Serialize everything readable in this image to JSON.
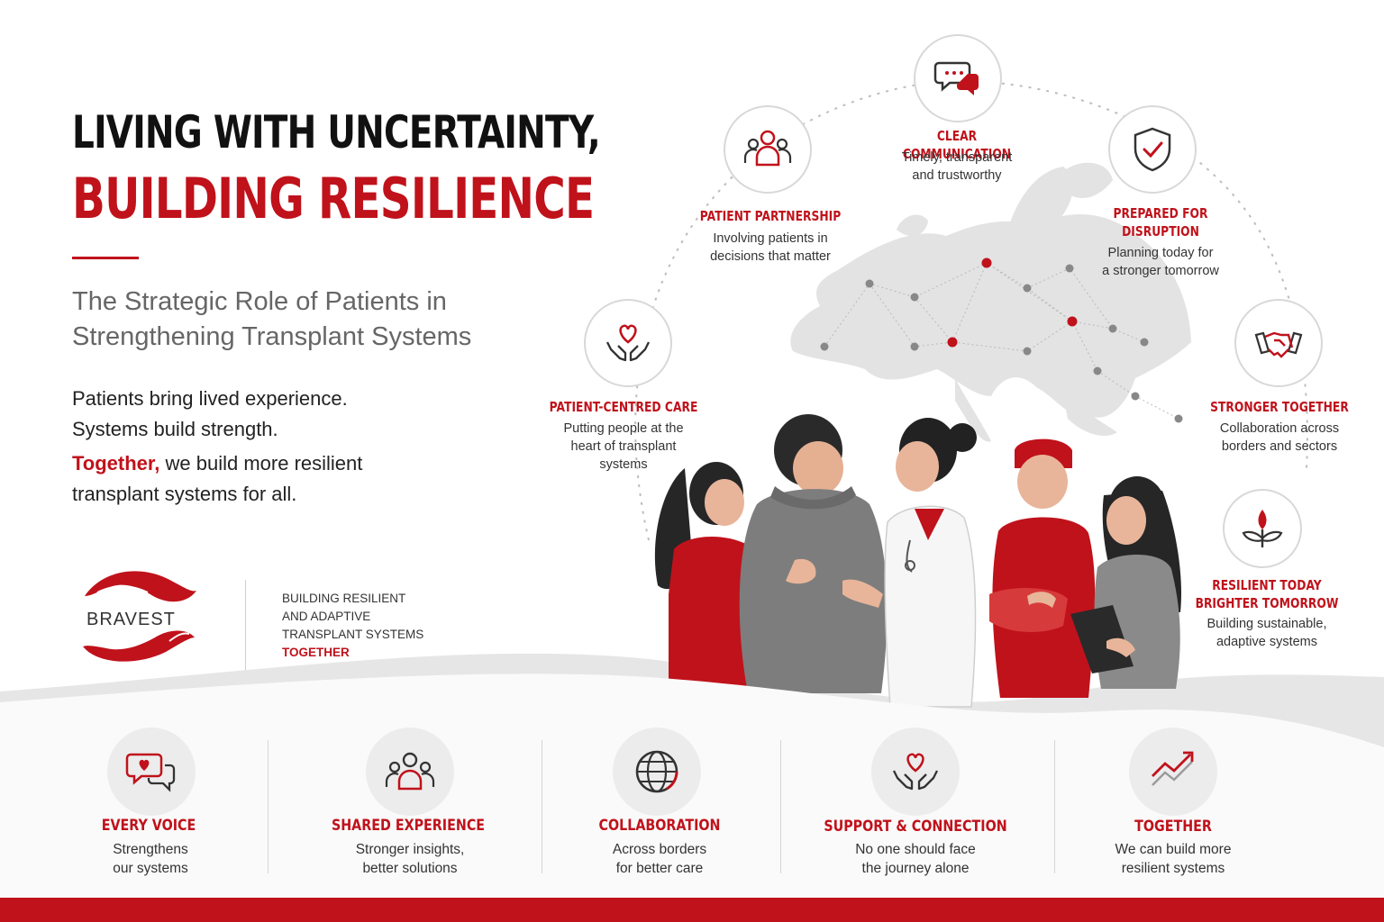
{
  "header": {
    "title_line1": "LIVING WITH UNCERTAINTY,",
    "title_line2": "BUILDING RESILIENCE",
    "subtitle_line1": "The Strategic Role of Patients in",
    "subtitle_line2": "Strengthening Transplant Systems"
  },
  "intro": {
    "line1": "Patients bring lived experience.",
    "line2": "Systems build strength.",
    "highlight": "Together,",
    "line3_rest": " we build more resilient",
    "line4": "transplant systems for all."
  },
  "brand": {
    "logo_text": "BRAVEST",
    "tagline_line1": "BUILDING RESILIENT",
    "tagline_line2": "AND ADAPTIVE",
    "tagline_line3": "TRANSPLANT SYSTEMS",
    "tagline_line4": "TOGETHER"
  },
  "features": {
    "clear_communication": {
      "title": "CLEAR COMMUNICATION",
      "desc1": "Timely, transparent",
      "desc2": "and trustworthy",
      "icon": "chat-bubbles-icon"
    },
    "patient_partnership": {
      "title": "PATIENT PARTNERSHIP",
      "desc1": "Involving patients in",
      "desc2": "decisions that matter",
      "icon": "people-group-icon"
    },
    "prepared_for_disruption": {
      "title1": "PREPARED FOR",
      "title2": "DISRUPTION",
      "desc1": "Planning today for",
      "desc2": "a stronger tomorrow",
      "icon": "shield-check-icon"
    },
    "patient_centred_care": {
      "title": "PATIENT-CENTRED CARE",
      "desc1": "Putting people at the",
      "desc2": "heart of transplant",
      "desc3": "systems",
      "icon": "heart-hands-icon"
    },
    "stronger_together": {
      "title": "STRONGER TOGETHER",
      "desc1": "Collaboration across",
      "desc2": "borders and sectors",
      "icon": "handshake-icon"
    },
    "resilient_today": {
      "title1": "RESILIENT TODAY",
      "title2": "BRIGHTER TOMORROW",
      "desc1": "Building sustainable,",
      "desc2": "adaptive systems",
      "icon": "sprout-icon"
    }
  },
  "bottom_items": [
    {
      "title": "EVERY VOICE",
      "desc1": "Strengthens",
      "desc2": "our systems",
      "icon": "heart-chat-icon"
    },
    {
      "title": "SHARED EXPERIENCE",
      "desc1": "Stronger insights,",
      "desc2": "better solutions",
      "icon": "people-group-icon"
    },
    {
      "title": "COLLABORATION",
      "desc1": "Across borders",
      "desc2": "for better care",
      "icon": "globe-icon"
    },
    {
      "title": "SUPPORT & CONNECTION",
      "desc1": "No one should face",
      "desc2": "the journey alone",
      "icon": "heart-hands-icon"
    },
    {
      "title": "TOGETHER",
      "desc1": "We can build more",
      "desc2": "resilient systems",
      "icon": "trend-up-icon"
    }
  ],
  "colors": {
    "accent": "#c0121b",
    "dark": "#111111",
    "grey": "#7a7a7a",
    "light_grey": "#ececec"
  }
}
